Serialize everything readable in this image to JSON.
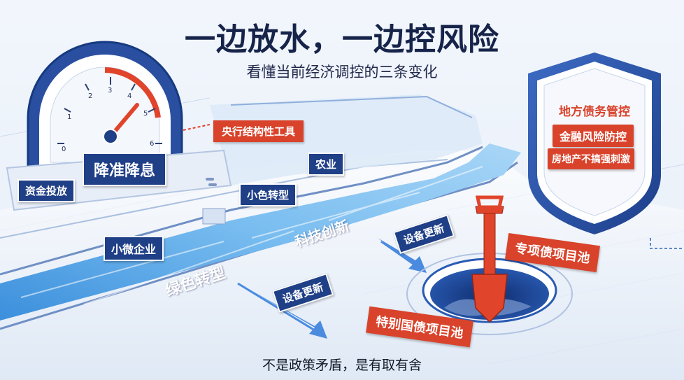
{
  "header": {
    "title": "一边放水，一边控风险",
    "subtitle": "看懂当前经济调控的三条变化"
  },
  "gauge": {
    "label": "降准降息",
    "tick_labels": [
      "0",
      "1",
      "2",
      "3",
      "4",
      "5",
      "6"
    ],
    "level_fraction": 0.78
  },
  "labels": {
    "funding": "资金投放",
    "central_bank_tools": "央行结构性工具",
    "agriculture": "农业",
    "small_color_shift": "小色转型",
    "small_micro": "小微企业",
    "tech_innovation": "科技创新",
    "green_transition": "绿色转型",
    "equipment_upgrade_upper": "设备更新",
    "equipment_upgrade_lower": "设备更新"
  },
  "shield": {
    "title": "地方债务管控",
    "item1": "金融风险防控",
    "item2": "房地产不搞强刺激"
  },
  "pools": {
    "special_project": "专项债项目池",
    "special_treasury": "特别国债项目池"
  },
  "footer": {
    "text": "不是政策矛盾，是有取有舍"
  },
  "colors": {
    "navy": "#1f3f87",
    "red": "#d9432b",
    "river": "#5aa7e6",
    "background": "#eef3fa"
  }
}
